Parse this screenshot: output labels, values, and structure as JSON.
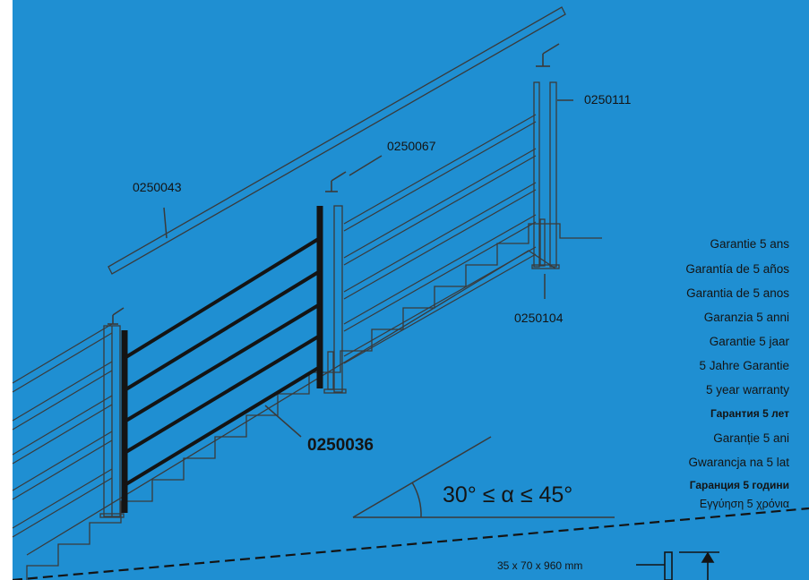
{
  "colors": {
    "background": "#1f8fd2",
    "line": "#3a3a3a",
    "highlight": "#141414",
    "border": "#ffffff"
  },
  "parts": {
    "handrail": "0250043",
    "post_bracket": "0250067",
    "end_post": "0250111",
    "base_plate": "0250104",
    "rail_panel": "0250036"
  },
  "angle_label": "30° ≤ α ≤ 45°",
  "dimension_label": "35 x 70 x 960 mm",
  "warranty": [
    "Garantie 5 ans",
    "Garantía de 5 años",
    "Garantia de 5 anos",
    "Garanzia 5 anni",
    "Garantie 5 jaar",
    "5 Jahre Garantie",
    "5 year warranty",
    "Гарантия 5 лет",
    "Garanție 5 ani",
    "Gwarancja na 5 lat",
    "Гаранция 5 години",
    "Εγγύηση 5 χρόνια"
  ]
}
